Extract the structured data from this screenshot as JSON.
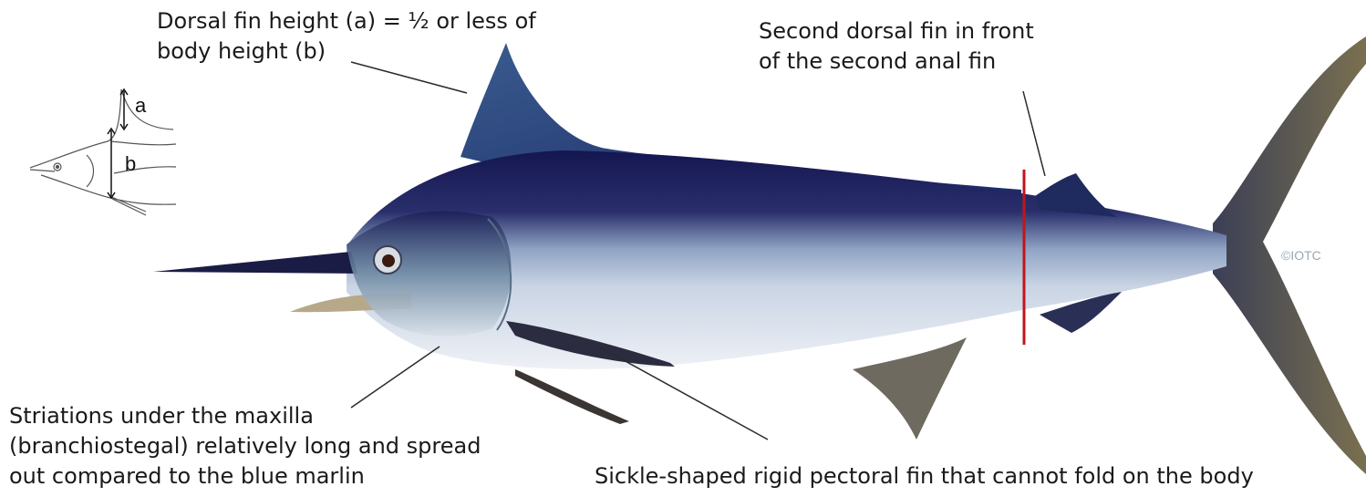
{
  "labels": {
    "dorsal_fin_line1": "Dorsal fin height (a) = ½ or less of",
    "dorsal_fin_line2": "body height (b)",
    "second_dorsal_line1": "Second dorsal fin in front",
    "second_dorsal_line2": "of the second anal fin",
    "striations_line1": "Striations under the maxilla",
    "striations_line2": "(branchiostegal) relatively long and spread",
    "striations_line3": "out compared to the blue marlin",
    "pectoral": "Sickle-shaped rigid pectoral fin that cannot fold on the body"
  },
  "inset": {
    "letter_a": "a",
    "letter_b": "b"
  },
  "copyright": "©IOTC",
  "colors": {
    "back": "#1c1f5a",
    "belly": "#e9edf4",
    "fin_brown": "#6f6a52",
    "marker": "#c0161b",
    "leader": "#2b2b2b"
  }
}
